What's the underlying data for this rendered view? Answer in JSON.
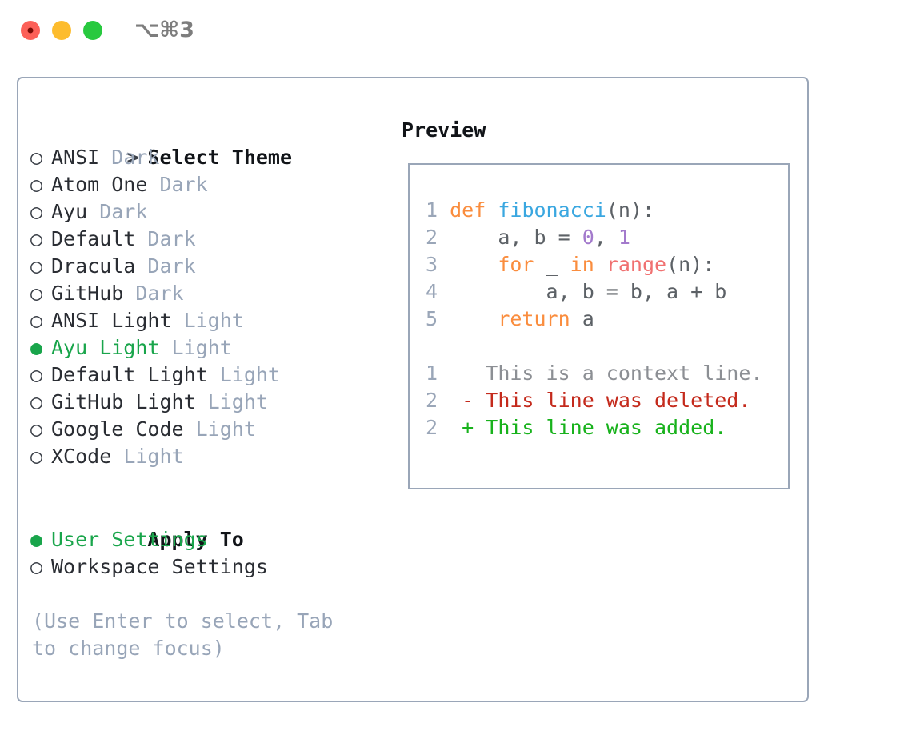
{
  "window": {
    "traffic_lights": [
      "close",
      "minimize",
      "maximize"
    ],
    "shortcut_label": "⌥⌘3"
  },
  "theme_picker": {
    "heading_marker": ">",
    "heading": "Select Theme",
    "unselected_marker": "○",
    "selected_marker": "●",
    "items": [
      {
        "label": "ANSI",
        "meta": "Dark",
        "selected": false
      },
      {
        "label": "Atom One",
        "meta": "Dark",
        "selected": false
      },
      {
        "label": "Ayu",
        "meta": "Dark",
        "selected": false
      },
      {
        "label": "Default",
        "meta": "Dark",
        "selected": false
      },
      {
        "label": "Dracula",
        "meta": "Dark",
        "selected": false
      },
      {
        "label": "GitHub",
        "meta": "Dark",
        "selected": false
      },
      {
        "label": "ANSI Light",
        "meta": "Light",
        "selected": false
      },
      {
        "label": "Ayu Light",
        "meta": "Light",
        "selected": true
      },
      {
        "label": "Default Light",
        "meta": "Light",
        "selected": false
      },
      {
        "label": "GitHub Light",
        "meta": "Light",
        "selected": false
      },
      {
        "label": "Google Code",
        "meta": "Light",
        "selected": false
      },
      {
        "label": "XCode",
        "meta": "Light",
        "selected": false
      }
    ]
  },
  "apply_to": {
    "heading": "Apply To",
    "items": [
      {
        "label": "User Settings",
        "selected": true
      },
      {
        "label": "Workspace Settings",
        "selected": false
      }
    ]
  },
  "help": {
    "text": "(Use Enter to select, Tab to change focus)"
  },
  "preview": {
    "title": "Preview",
    "code_lines": [
      {
        "num": "1",
        "tokens": [
          {
            "t": "def ",
            "c": "kw"
          },
          {
            "t": "fibonacci",
            "c": "fn"
          },
          {
            "t": "(n):",
            "c": "plain"
          }
        ]
      },
      {
        "num": "2",
        "tokens": [
          {
            "t": "    a, b = ",
            "c": "plain"
          },
          {
            "t": "0",
            "c": "num"
          },
          {
            "t": ", ",
            "c": "plain"
          },
          {
            "t": "1",
            "c": "num"
          }
        ]
      },
      {
        "num": "3",
        "tokens": [
          {
            "t": "    for ",
            "c": "kw"
          },
          {
            "t": "_ ",
            "c": "plain"
          },
          {
            "t": "in ",
            "c": "kw"
          },
          {
            "t": "range",
            "c": "bi"
          },
          {
            "t": "(n):",
            "c": "plain"
          }
        ]
      },
      {
        "num": "4",
        "tokens": [
          {
            "t": "        a, b = b, a + b",
            "c": "plain"
          }
        ]
      },
      {
        "num": "5",
        "tokens": [
          {
            "t": "    return ",
            "c": "kw"
          },
          {
            "t": "a",
            "c": "plain"
          }
        ]
      }
    ],
    "diff_lines": [
      {
        "num": "1",
        "sign": " ",
        "text": "This is a context line.",
        "kind": "context"
      },
      {
        "num": "2",
        "sign": "-",
        "text": "This line was deleted.",
        "kind": "deleted"
      },
      {
        "num": "2",
        "sign": "+",
        "text": "This line was added.",
        "kind": "added"
      }
    ]
  },
  "colors": {
    "accent_green": "#19a54b",
    "muted_blue_gray": "#98a5b8",
    "border": "#9aa6b8",
    "keyword_orange": "#fa8d3e",
    "function_blue": "#3aa7e0",
    "number_purple": "#a37acc",
    "builtin_red": "#f07171",
    "diff_deleted": "#c42a1c",
    "diff_added": "#18b21c",
    "diff_context": "#8c8f94"
  }
}
